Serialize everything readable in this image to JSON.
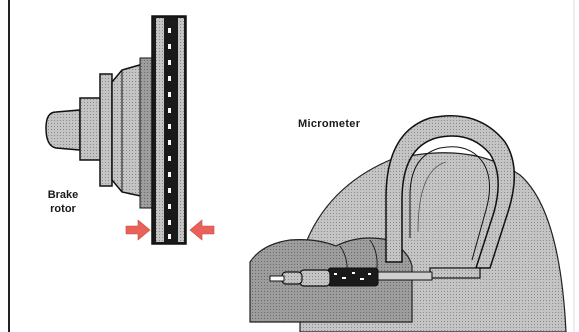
{
  "labels": {
    "brake_rotor_line1": "Brake",
    "brake_rotor_line2": "rotor",
    "micrometer": "Micrometer"
  },
  "colors": {
    "background": "#ffffff",
    "metal_gray": "#b8b8b8",
    "dark_gray": "#8a8a8a",
    "outline": "#111111",
    "arrow_red": "#e8625a"
  }
}
